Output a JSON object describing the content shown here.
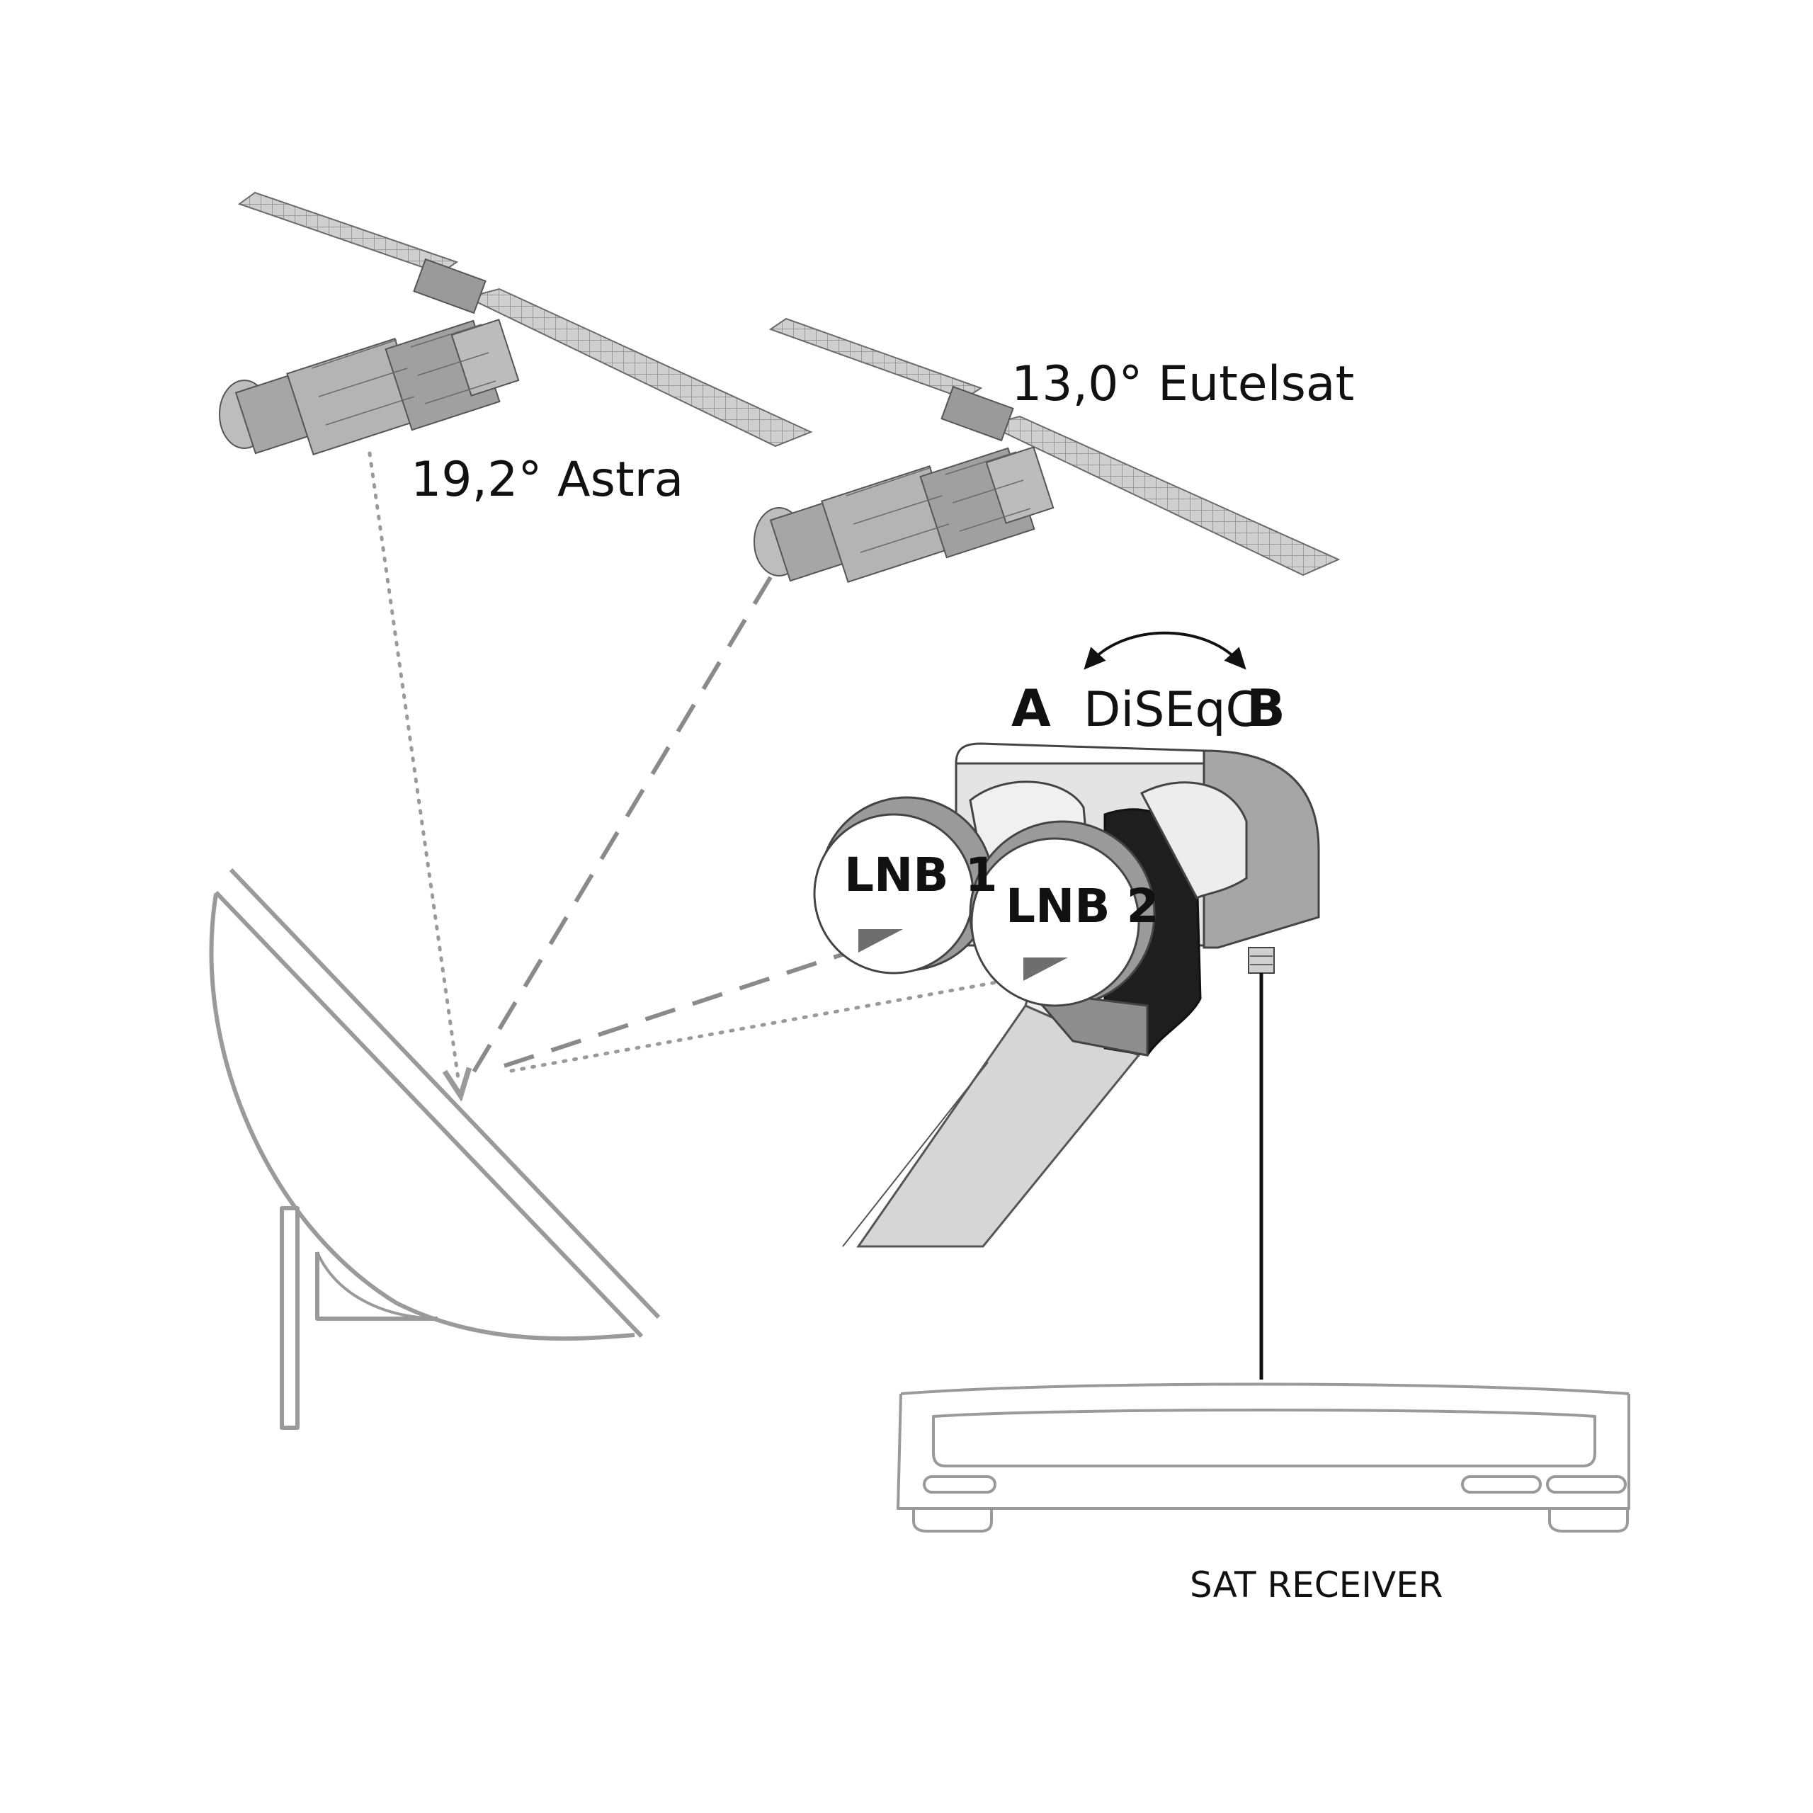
{
  "labels": {
    "astra": "19,2° Astra",
    "eutelsat": "13,0° Eutelsat",
    "switch_a": "A",
    "diseqc": "DiSEqC",
    "switch_b": "B",
    "lnb1": "LNB 1",
    "lnb2": "LNB 2",
    "receiver": "SAT RECEIVER"
  },
  "icons": {
    "satellite_1": "satellite-icon",
    "satellite_2": "satellite-icon",
    "dish": "satellite-dish-icon",
    "receiver": "set-top-box-icon"
  },
  "colors": {
    "panel_light": "#c8c8c8",
    "panel_mid": "#a8a8a8",
    "body_dark": "#6e6e6e",
    "line_gray": "#9a9a9a",
    "switch_black": "#1e1e1e",
    "text": "#111111"
  }
}
